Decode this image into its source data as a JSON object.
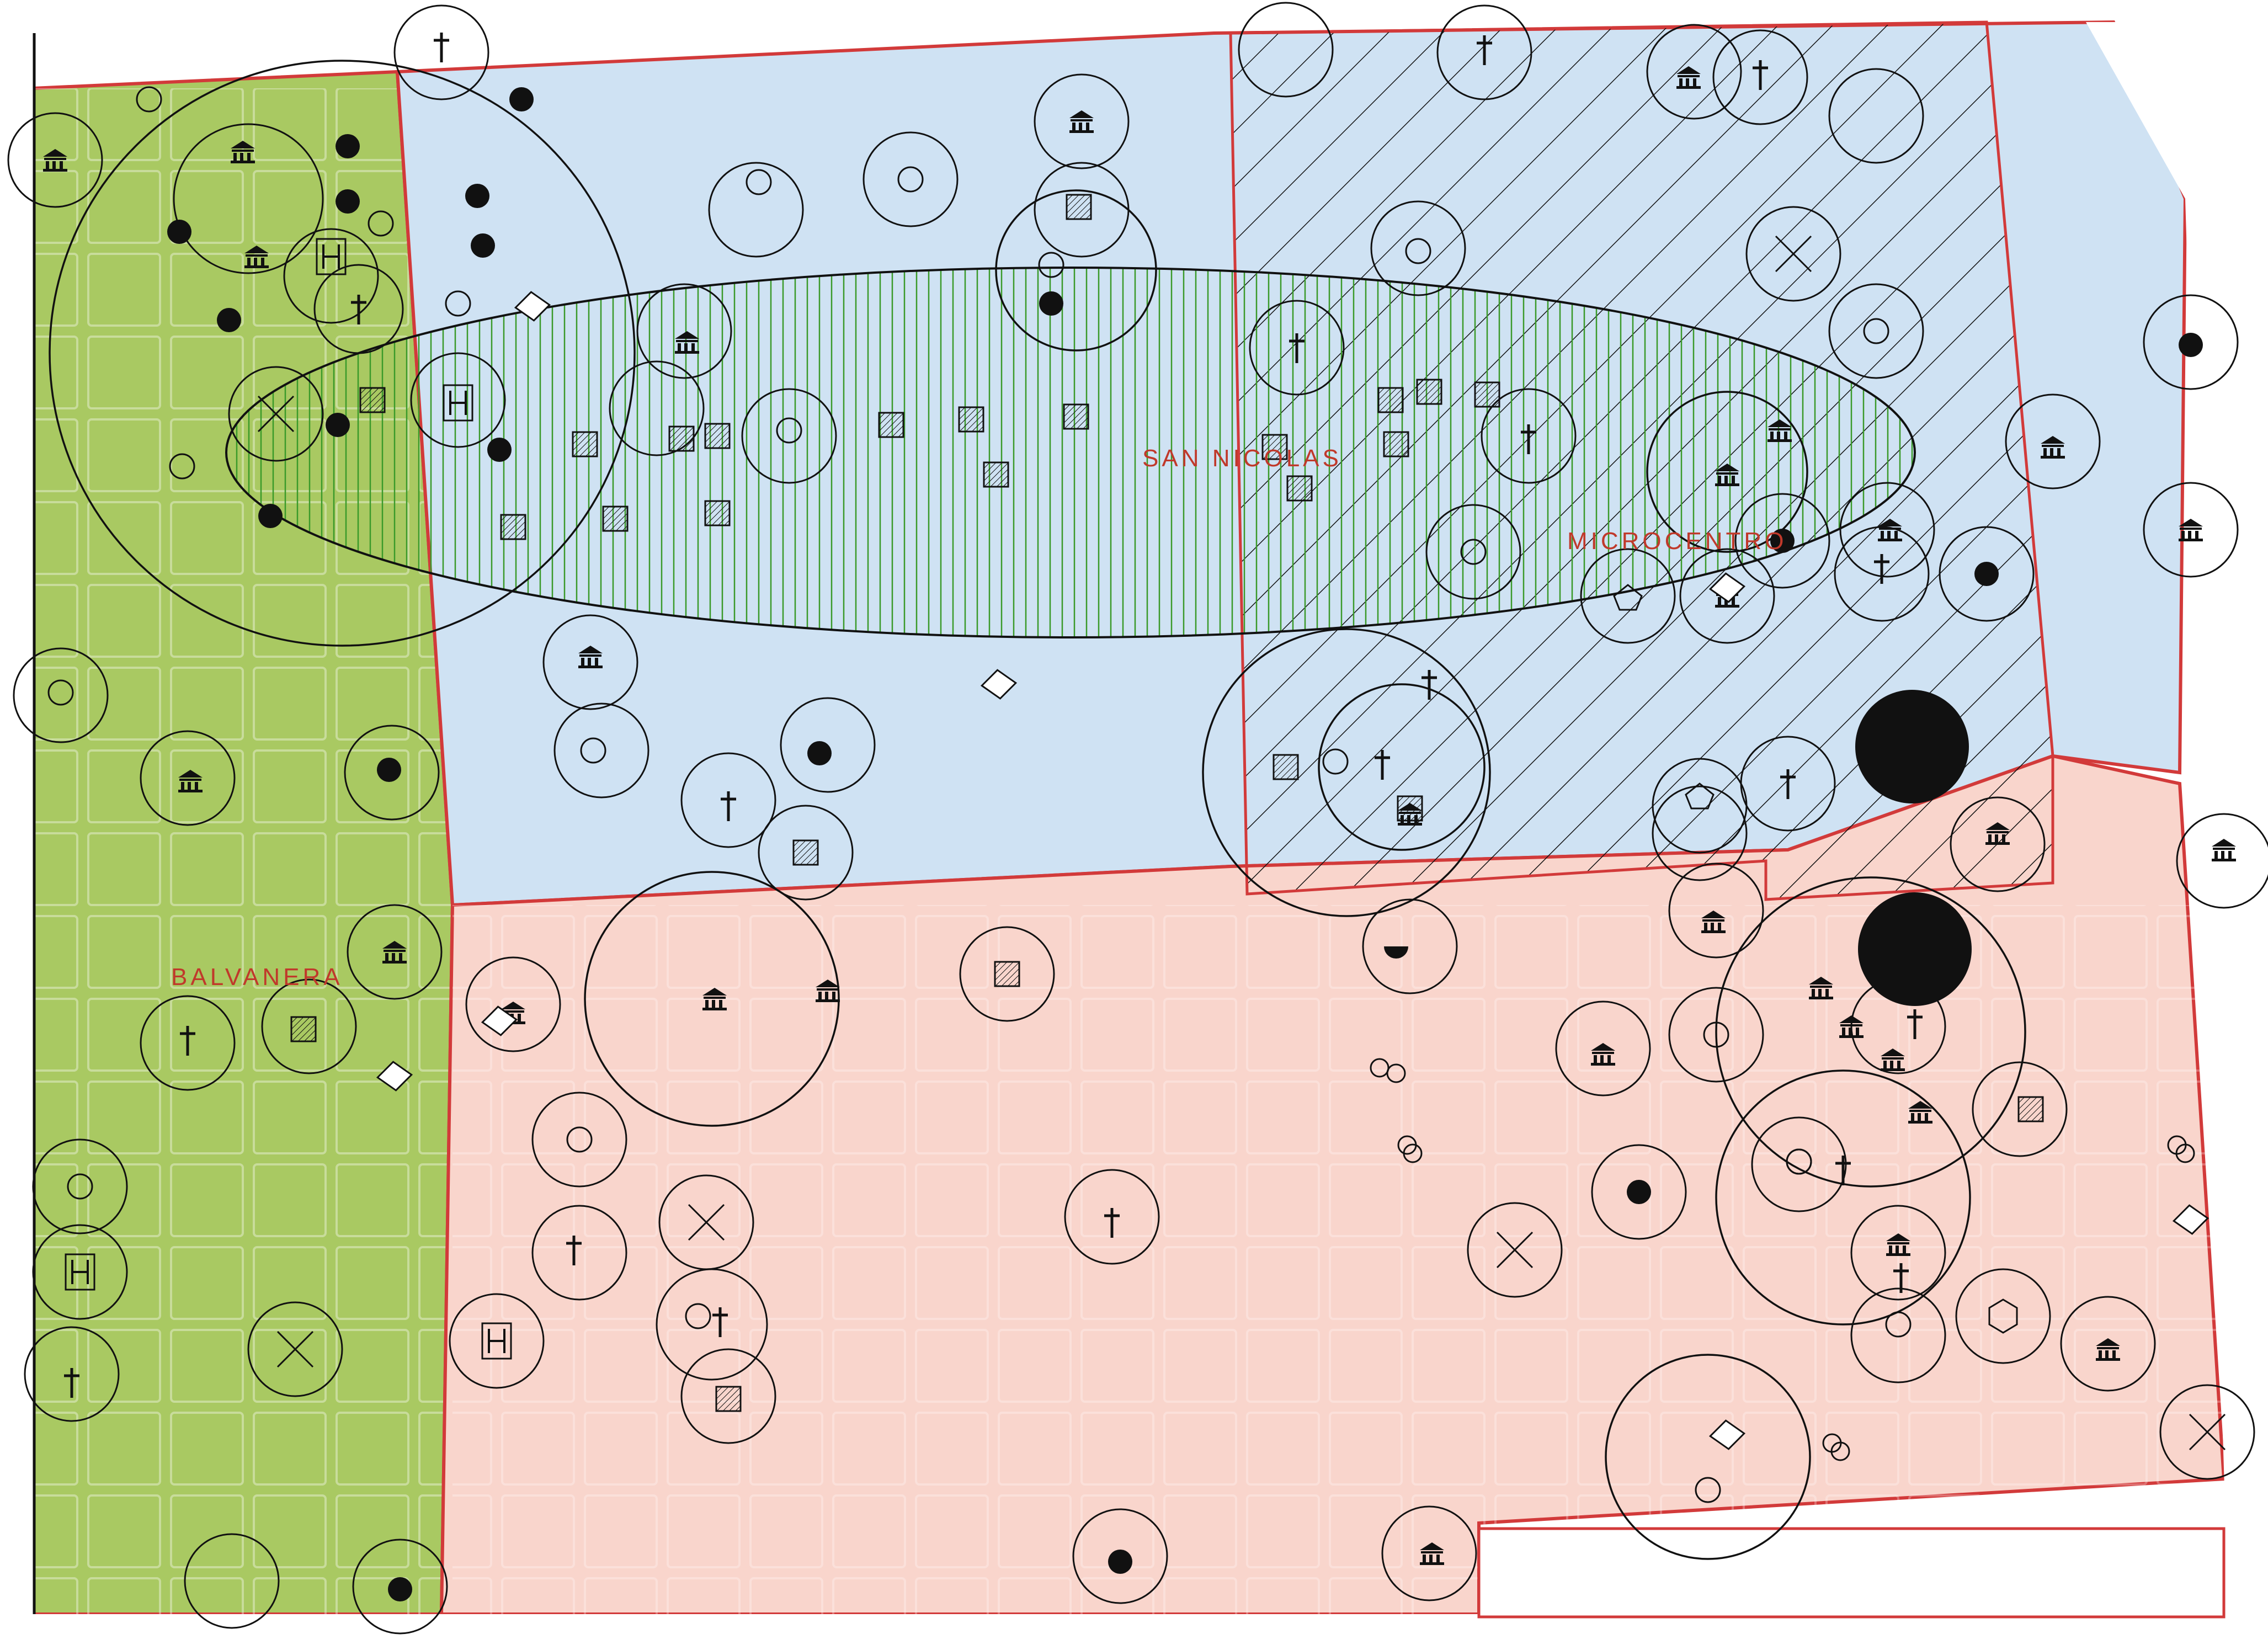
{
  "map": {
    "zones": [
      {
        "id": "balvanera",
        "label": "BALVANERA",
        "color": "#a9c962"
      },
      {
        "id": "san-nicolas",
        "label": "SAN NICOLAS",
        "color": "#cfe2f3"
      },
      {
        "id": "microcentro",
        "label": "MICROCENTRO",
        "color": "#cfe2f3"
      },
      {
        "id": "south",
        "label": "",
        "color": "#f9d5cc"
      }
    ],
    "symbols": [
      {
        "kind": "dot-small"
      },
      {
        "kind": "ring-empty"
      },
      {
        "kind": "hatch-square"
      },
      {
        "kind": "hospital-H"
      },
      {
        "kind": "church-cross"
      },
      {
        "kind": "museum"
      },
      {
        "kind": "diamond"
      },
      {
        "kind": "x-mark"
      },
      {
        "kind": "dot-large"
      }
    ],
    "pattern_colors": {
      "red_hatch": "#d4342b",
      "yellow_lines": "#e3c522",
      "green_lines": "#3a9a2a",
      "blue_hex": "#3b4fa8",
      "pink_zig": "#b06aa8",
      "orange_sq": "#e07a2a",
      "boundary": "#d23a3a"
    }
  }
}
